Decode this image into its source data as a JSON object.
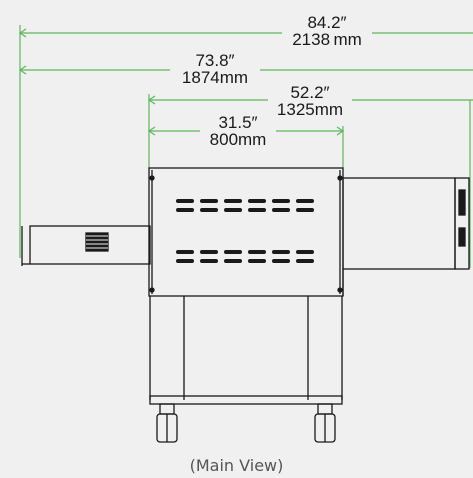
{
  "dimensions": [
    {
      "inches": "84.2″",
      "mm": "2138 mm"
    },
    {
      "inches": "73.8″",
      "mm": "1874mm"
    },
    {
      "inches": "52.2″",
      "mm": "1325mm"
    },
    {
      "inches": "31.5″",
      "mm": "800mm"
    }
  ],
  "caption": "(Main View)",
  "colors": {
    "dimension_line": "#5cb85c",
    "outline": "#1a1a1a",
    "background": "#f0f0f0"
  }
}
